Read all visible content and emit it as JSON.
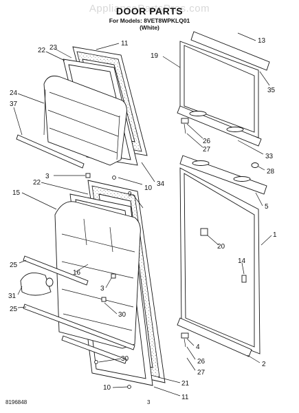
{
  "header": {
    "watermark": "AppliancePartsPros.com",
    "title": "DOOR PARTS",
    "models": "For Models: 8VET8WPKLQ01",
    "color": "(White)"
  },
  "footer": {
    "doc_number": "8196848",
    "page_number": "3"
  },
  "callouts": [
    {
      "key": "c11a",
      "label": "11"
    },
    {
      "key": "c13",
      "label": "13"
    },
    {
      "key": "c22a",
      "label": "22"
    },
    {
      "key": "c23",
      "label": "23"
    },
    {
      "key": "c19",
      "label": "19"
    },
    {
      "key": "c35",
      "label": "35"
    },
    {
      "key": "c24",
      "label": "24"
    },
    {
      "key": "c37",
      "label": "37"
    },
    {
      "key": "c26a",
      "label": "26"
    },
    {
      "key": "c27a",
      "label": "27"
    },
    {
      "key": "c33",
      "label": "33"
    },
    {
      "key": "c28",
      "label": "28"
    },
    {
      "key": "c3a",
      "label": "3"
    },
    {
      "key": "c10a",
      "label": "10"
    },
    {
      "key": "c34",
      "label": "34"
    },
    {
      "key": "c22b",
      "label": "22"
    },
    {
      "key": "c9",
      "label": "9"
    },
    {
      "key": "c15",
      "label": "15"
    },
    {
      "key": "c5",
      "label": "5"
    },
    {
      "key": "c1",
      "label": "1"
    },
    {
      "key": "c20",
      "label": "20"
    },
    {
      "key": "c14",
      "label": "14"
    },
    {
      "key": "c25a",
      "label": "25"
    },
    {
      "key": "c16",
      "label": "16"
    },
    {
      "key": "c3b",
      "label": "3"
    },
    {
      "key": "c31",
      "label": "31"
    },
    {
      "key": "c25b",
      "label": "25"
    },
    {
      "key": "c30a",
      "label": "30"
    },
    {
      "key": "c4",
      "label": "4"
    },
    {
      "key": "c26b",
      "label": "26"
    },
    {
      "key": "c2",
      "label": "2"
    },
    {
      "key": "c30b",
      "label": "30"
    },
    {
      "key": "c27b",
      "label": "27"
    },
    {
      "key": "c10b",
      "label": "10"
    },
    {
      "key": "c21",
      "label": "21"
    },
    {
      "key": "c11b",
      "label": "11"
    }
  ]
}
